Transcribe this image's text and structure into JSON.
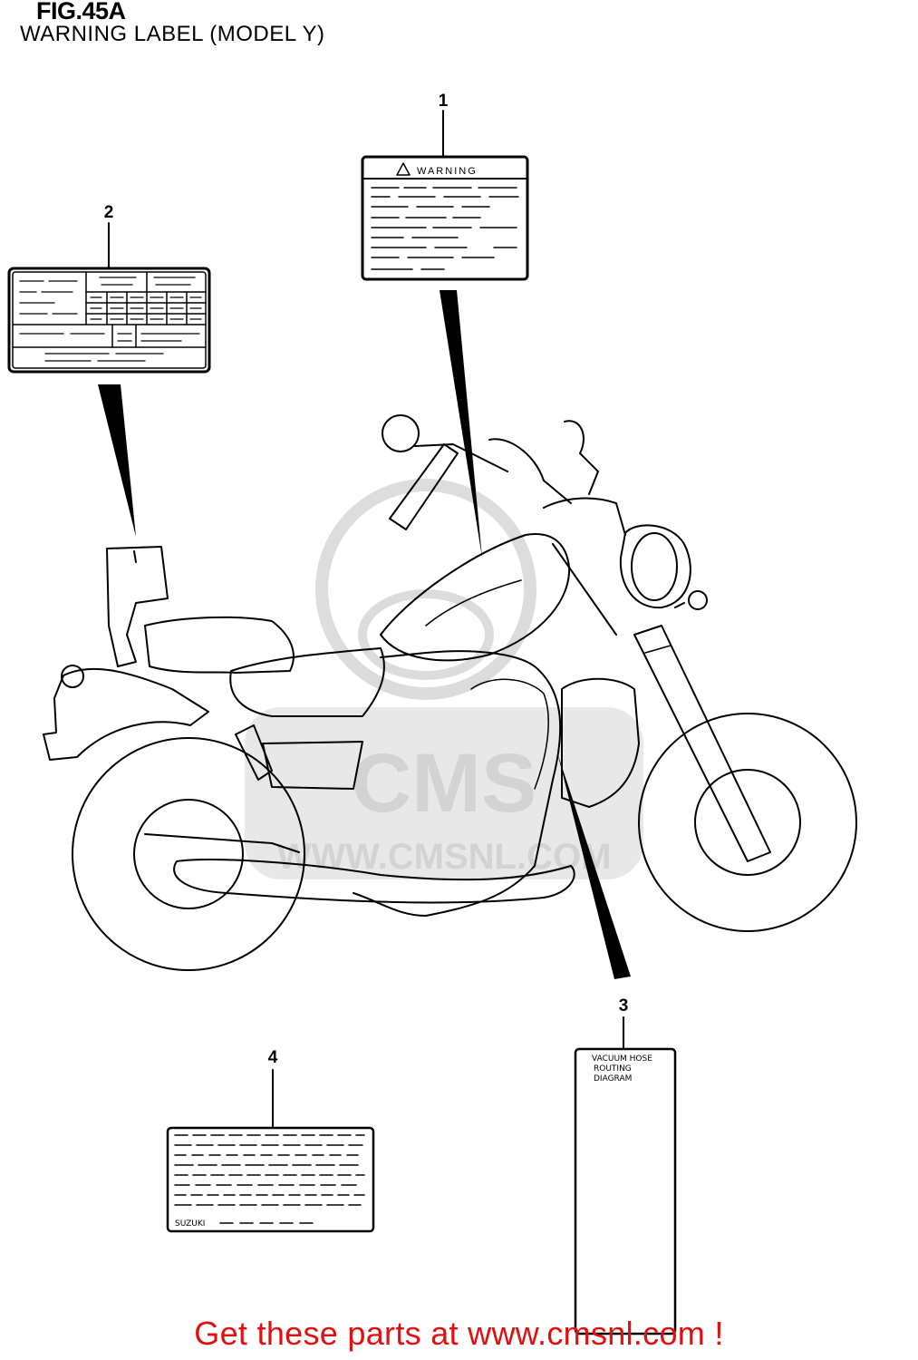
{
  "figure": {
    "title": "FIG.45A",
    "subtitle": "WARNING LABEL (MODEL Y)"
  },
  "callouts": [
    "1",
    "2",
    "3",
    "4"
  ],
  "labels": {
    "warning_label_heading": "WARNING",
    "vacuum_label_lines": [
      "VACUUM HOSE",
      "ROUTING",
      "DIAGRAM"
    ],
    "suzuki_label_brand": "SUZUKI"
  },
  "watermark": {
    "logo_text": "CMS",
    "site_text": "WWW.CMSNL.COM"
  },
  "footer": {
    "link_text": "Get these parts at www.cmsnl.com !",
    "color": "#e01010"
  },
  "colors": {
    "line": "#000000",
    "watermark": "#d8d8d8"
  }
}
